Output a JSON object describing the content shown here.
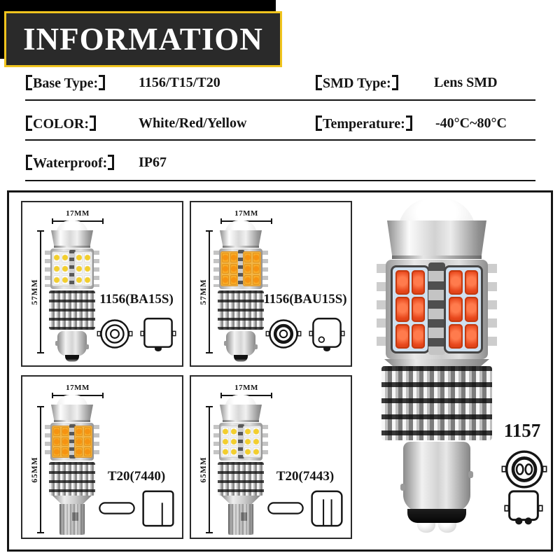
{
  "header": {
    "title": "INFORMATION"
  },
  "specs": {
    "base_type": {
      "label": "Base Type:",
      "value": "1156/T15/T20"
    },
    "smd_type": {
      "label": "SMD Type:",
      "value": "Lens SMD"
    },
    "color": {
      "label": "COLOR:",
      "value": "White/Red/Yellow"
    },
    "temperature": {
      "label": "Temperature:",
      "value": "-40°C~80°C"
    },
    "waterproof": {
      "label": "Waterproof:",
      "value": "IP67"
    }
  },
  "panels": [
    {
      "model": "1156(BA15S)",
      "width_label": "17MM",
      "height_label": "57MM",
      "led_color": "white",
      "led_hex": "#f2ce2e",
      "base_type": "bayonet",
      "icons": [
        "ba15s-socket-front-icon",
        "ba15s-socket-side-icon"
      ]
    },
    {
      "model": "1156(BAU15S)",
      "width_label": "17MM",
      "height_label": "57MM",
      "led_color": "amber",
      "led_hex": "#f7a722",
      "base_type": "bayonet",
      "icons": [
        "bau15s-socket-front-icon",
        "bau15s-socket-side-icon"
      ]
    },
    {
      "model": "T20(7440)",
      "width_label": "17MM",
      "height_label": "65MM",
      "led_color": "amber",
      "led_hex": "#f7a722",
      "base_type": "wedge",
      "icons": [
        "t20-wedge-top-icon",
        "t20-7440-socket-icon"
      ]
    },
    {
      "model": "T20(7443)",
      "width_label": "17MM",
      "height_label": "65MM",
      "led_color": "white",
      "led_hex": "#f2ce2e",
      "base_type": "wedge",
      "icons": [
        "t20-wedge-top-icon",
        "t20-7443-socket-icon"
      ]
    }
  ],
  "featured_bulb": {
    "model": "1157",
    "led_color": "red",
    "led_hex": "#e8481d",
    "icons": [
      "1157-socket-front-icon",
      "1157-socket-side-icon"
    ]
  },
  "colors": {
    "accent_yellow": "#f0c41e",
    "header_bg": "#2a2a2a",
    "led_panel_bg": "#cfe0ef"
  }
}
